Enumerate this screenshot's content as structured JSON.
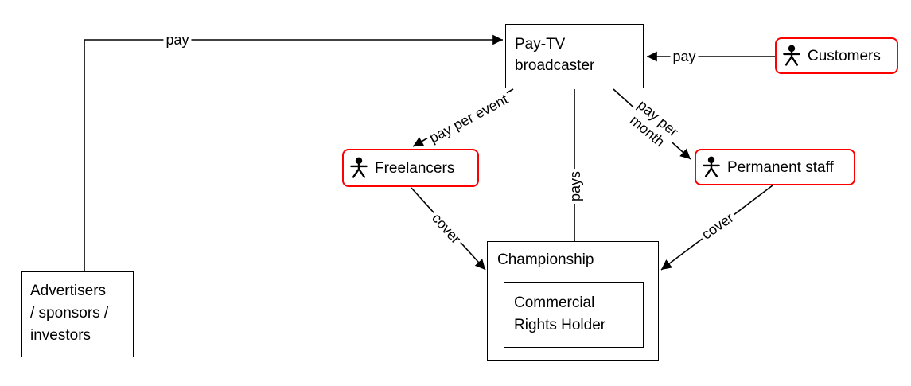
{
  "diagram": {
    "nodes": {
      "pay_tv_broadcaster": {
        "lines": [
          "Pay-TV",
          "broadcaster"
        ]
      },
      "customers": {
        "label": "Customers",
        "icon": "person-icon"
      },
      "freelancers": {
        "label": "Freelancers",
        "icon": "person-icon"
      },
      "permanent_staff": {
        "label": "Permanent staff",
        "icon": "person-icon"
      },
      "advertisers": {
        "lines": [
          "Advertisers",
          "/ sponsors /",
          "investors"
        ]
      },
      "championship": {
        "label": "Championship"
      },
      "commercial_rights_holder": {
        "lines": [
          "Commercial",
          "Rights Holder"
        ]
      }
    },
    "edge_labels": {
      "advertisers_to_broadcaster": "pay",
      "customers_to_broadcaster": "pay",
      "broadcaster_to_freelancers": "pay per event",
      "broadcaster_to_crh": "pays",
      "broadcaster_to_permanent_staff": [
        "pay per",
        "month"
      ],
      "freelancers_to_championship": "cover",
      "permanent_staff_to_championship": "cover"
    },
    "colors": {
      "actor_border": "#fd0000",
      "line": "#000000",
      "text": "#000000",
      "background": "#ffffff"
    }
  }
}
